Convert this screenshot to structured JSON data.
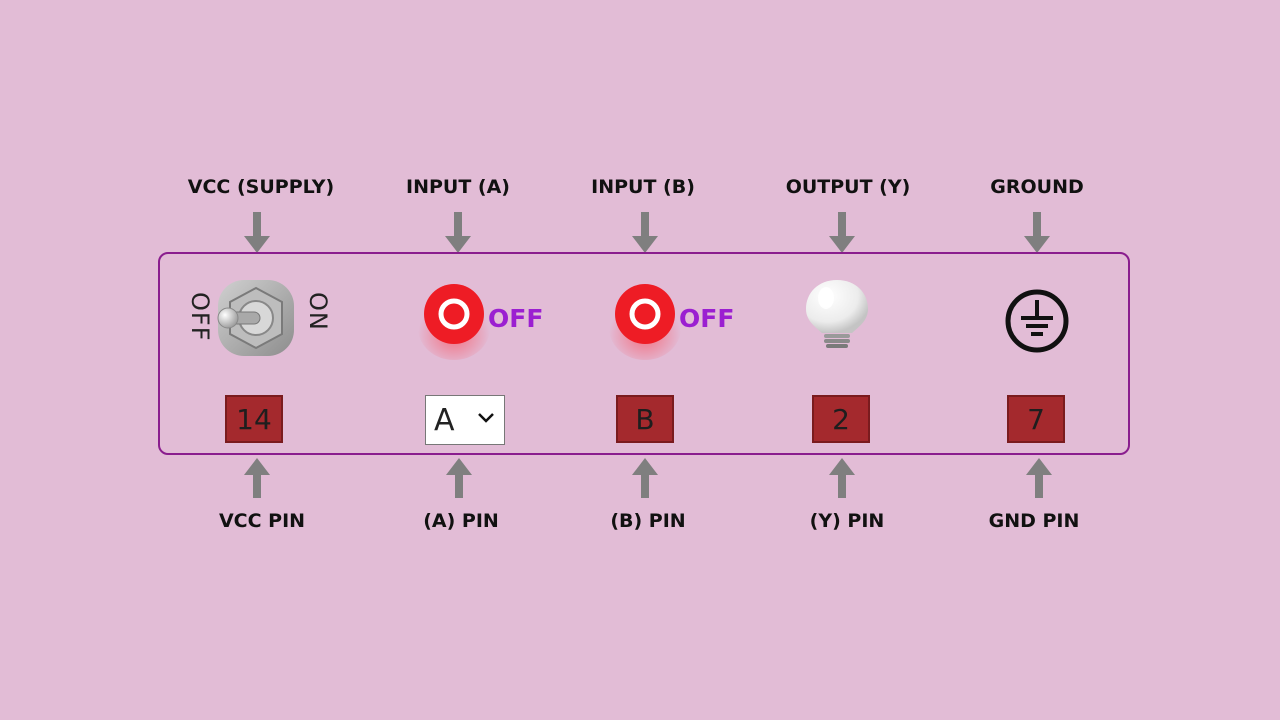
{
  "top_labels": {
    "vcc": "VCC (SUPPLY)",
    "input_a": "INPUT (A)",
    "input_b": "INPUT (B)",
    "output_y": "OUTPUT (Y)",
    "ground": "GROUND"
  },
  "bottom_labels": {
    "vcc": "VCC PIN",
    "a": "(A) PIN",
    "b": "(B) PIN",
    "y": "(Y) PIN",
    "gnd": "GND PIN"
  },
  "toggle": {
    "off_label": "OFF",
    "on_label": "ON",
    "state": "off"
  },
  "input_a": {
    "state_label": "OFF"
  },
  "input_b": {
    "state_label": "OFF"
  },
  "pins": {
    "vcc": "14",
    "a": "A",
    "b": "B",
    "y": "2",
    "gnd": "7"
  },
  "icons": {
    "toggle": "toggle-switch-icon",
    "button_a": "push-button-icon",
    "button_b": "push-button-icon",
    "bulb": "light-bulb-icon",
    "ground": "ground-icon"
  },
  "colors": {
    "background": "#e2bcd6",
    "panel_border": "#8a1d8e",
    "pin_box": "#a4292d",
    "button_red": "#ee1c25",
    "state_text": "#9b1fd1",
    "arrow": "#7f7f7f"
  }
}
